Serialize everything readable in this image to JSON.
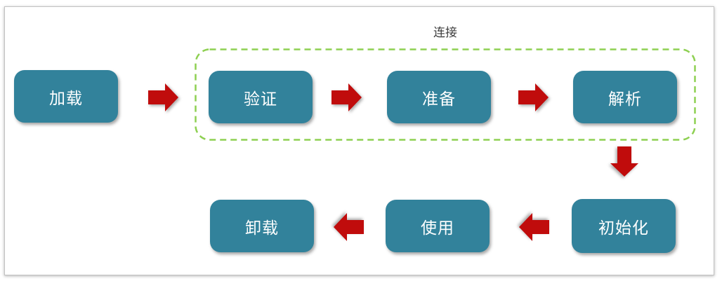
{
  "diagram": {
    "description": "Class lifecycle flow diagram",
    "group": {
      "label": "连接",
      "members": [
        "验证",
        "准备",
        "解析"
      ]
    },
    "nodes": [
      {
        "id": "load",
        "label": "加载"
      },
      {
        "id": "verify",
        "label": "验证"
      },
      {
        "id": "prepare",
        "label": "准备"
      },
      {
        "id": "resolve",
        "label": "解析"
      },
      {
        "id": "initialize",
        "label": "初始化"
      },
      {
        "id": "use",
        "label": "使用"
      },
      {
        "id": "unload",
        "label": "卸载"
      }
    ],
    "arrows": [
      {
        "from": "加载",
        "to": "验证",
        "direction": "right"
      },
      {
        "from": "验证",
        "to": "准备",
        "direction": "right"
      },
      {
        "from": "准备",
        "to": "解析",
        "direction": "right"
      },
      {
        "from": "解析",
        "to": "初始化",
        "direction": "down"
      },
      {
        "from": "初始化",
        "to": "使用",
        "direction": "left"
      },
      {
        "from": "使用",
        "to": "卸载",
        "direction": "left"
      }
    ],
    "colors": {
      "node_fill": "#32829B",
      "node_text": "#FFFFFF",
      "arrow": "#C00C0C",
      "group_border": "#8ED052",
      "label_text": "#3C3C3C",
      "page_border": "#C2C2C2",
      "page_background": "#FFFFFF"
    }
  }
}
